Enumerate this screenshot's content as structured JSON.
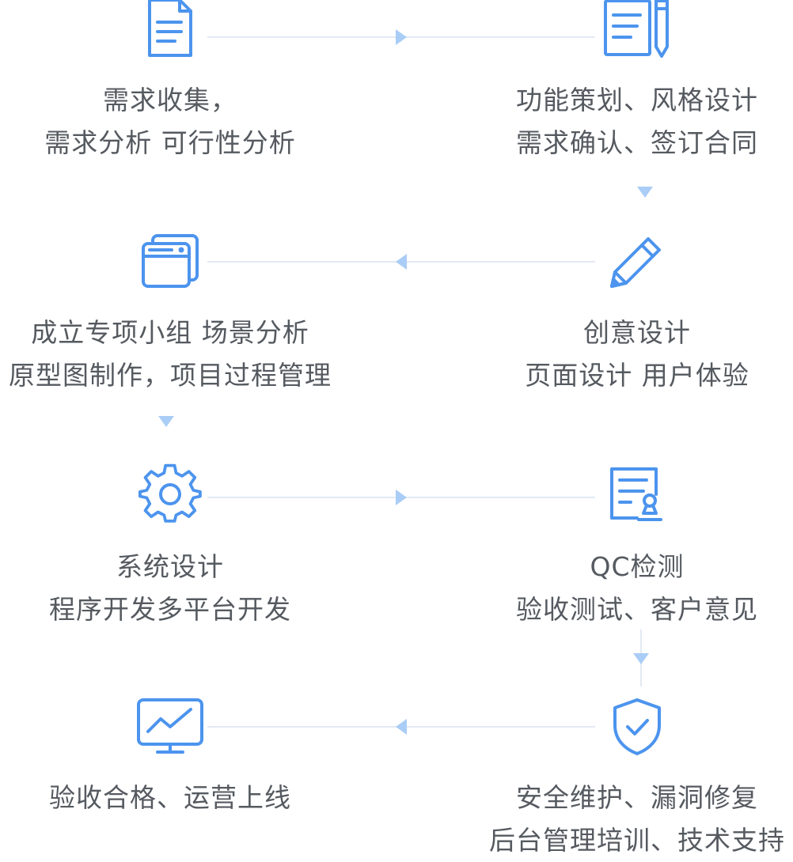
{
  "colors": {
    "icon_stroke": "#4c94ee",
    "connector_line": "#e3eaf3",
    "connector_arrow": "#a9cdf6",
    "text": "#555a60"
  },
  "steps": [
    {
      "icon": "document-icon",
      "line1": "需求收集，",
      "line2": "需求分析 可行性分析"
    },
    {
      "icon": "notepad-pencil-icon",
      "line1": "功能策划、风格设计",
      "line2": "需求确认、签订合同"
    },
    {
      "icon": "pencil-icon",
      "line1": "创意设计",
      "line2": "页面设计 用户体验"
    },
    {
      "icon": "browser-windows-icon",
      "line1": "成立专项小组 场景分析",
      "line2": "原型图制作，项目过程管理"
    },
    {
      "icon": "gear-icon",
      "line1": "系统设计",
      "line2": "程序开发多平台开发"
    },
    {
      "icon": "certificate-icon",
      "line1": "QC检测",
      "line2": "验收测试、客户意见"
    },
    {
      "icon": "shield-check-icon",
      "line1": "安全维护、漏洞修复",
      "line2": "后台管理培训、技术支持"
    },
    {
      "icon": "monitor-chart-icon",
      "line1": "验收合格、运营上线",
      "line2": ""
    }
  ]
}
